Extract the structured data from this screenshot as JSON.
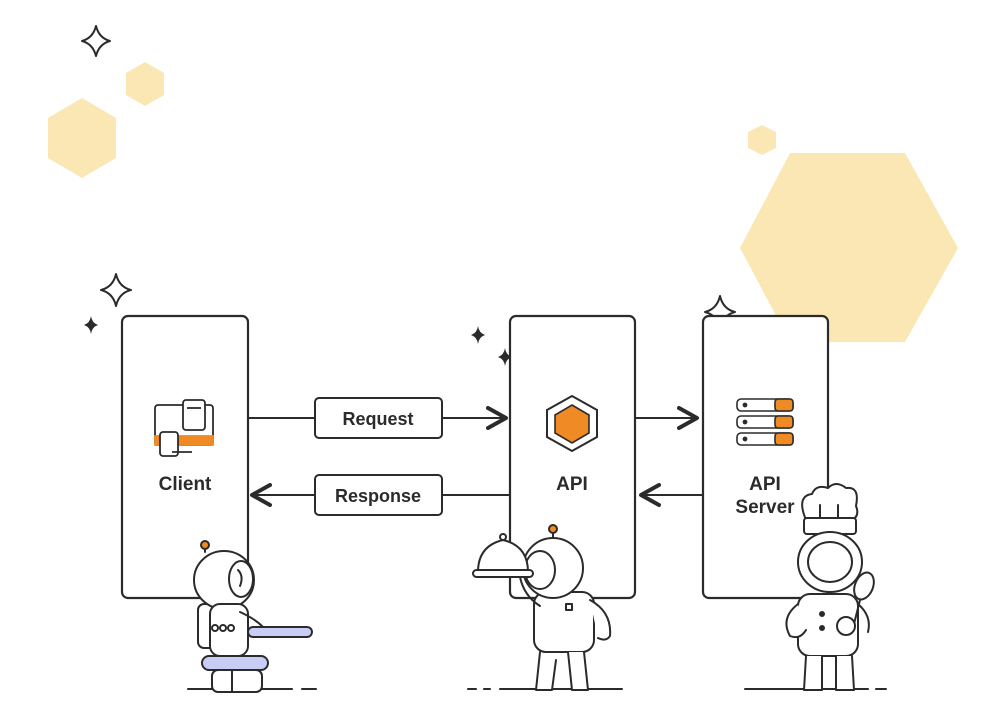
{
  "nodes": {
    "client": {
      "label": "Client"
    },
    "api": {
      "label": "API"
    },
    "server": {
      "line1": "API",
      "line2": "Server"
    }
  },
  "edges": {
    "request": {
      "label": "Request"
    },
    "response": {
      "label": "Response"
    }
  },
  "colors": {
    "stroke": "#2b2b2b",
    "hexagon_fill": "#fbe7b4",
    "accent_orange": "#f08a24",
    "accent_lavender": "#c7cdf5"
  }
}
